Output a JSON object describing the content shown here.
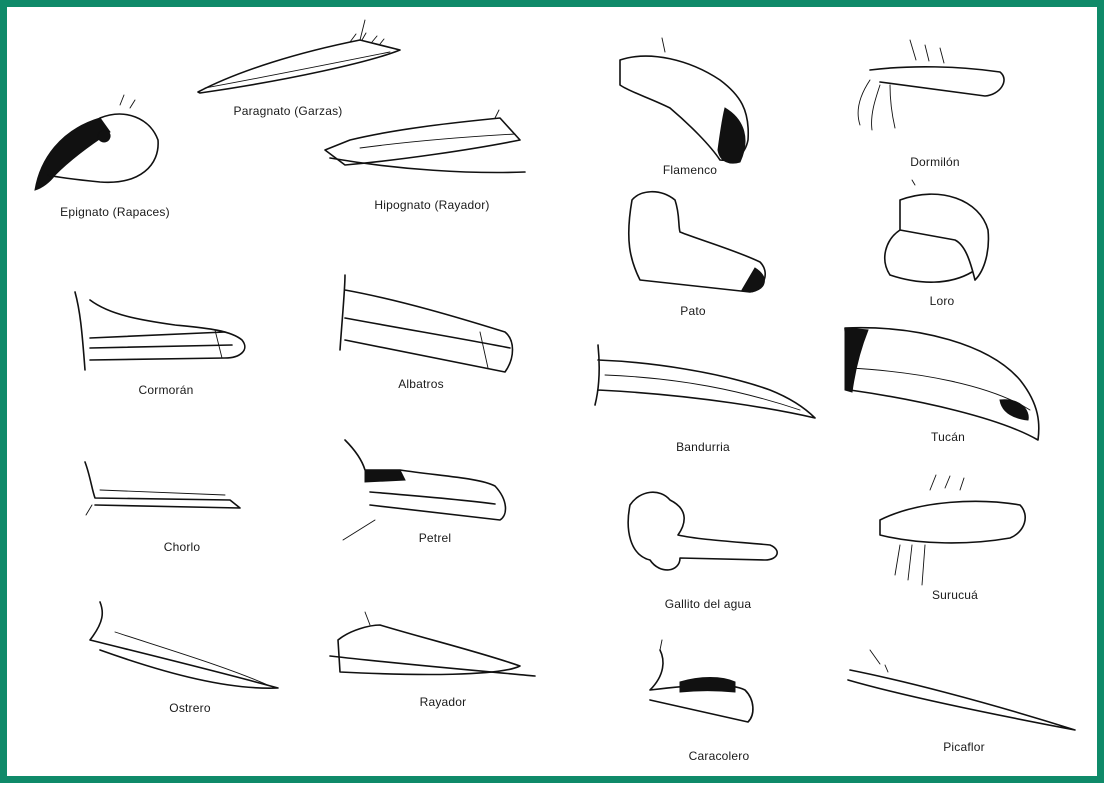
{
  "labels": {
    "paragnato": "Paragnato (Garzas)",
    "epignato": "Epignato (Rapaces)",
    "hipognato": "Hipognato (Rayador)",
    "cormoran": "Cormorán",
    "albatros": "Albatros",
    "chorlo": "Chorlo",
    "petrel": "Petrel",
    "ostrero": "Ostrero",
    "rayador": "Rayador",
    "flamenco": "Flamenco",
    "dormilon": "Dormilón",
    "pato": "Pato",
    "loro": "Loro",
    "bandurria": "Bandurria",
    "tucan": "Tucán",
    "gallito": "Gallito del agua",
    "surucua": "Surucuá",
    "caracolero": "Caracolero",
    "picaflor": "Picaflor"
  },
  "colors": {
    "frame": "#0f8a69",
    "ink": "#111111",
    "paper": "#ffffff"
  }
}
